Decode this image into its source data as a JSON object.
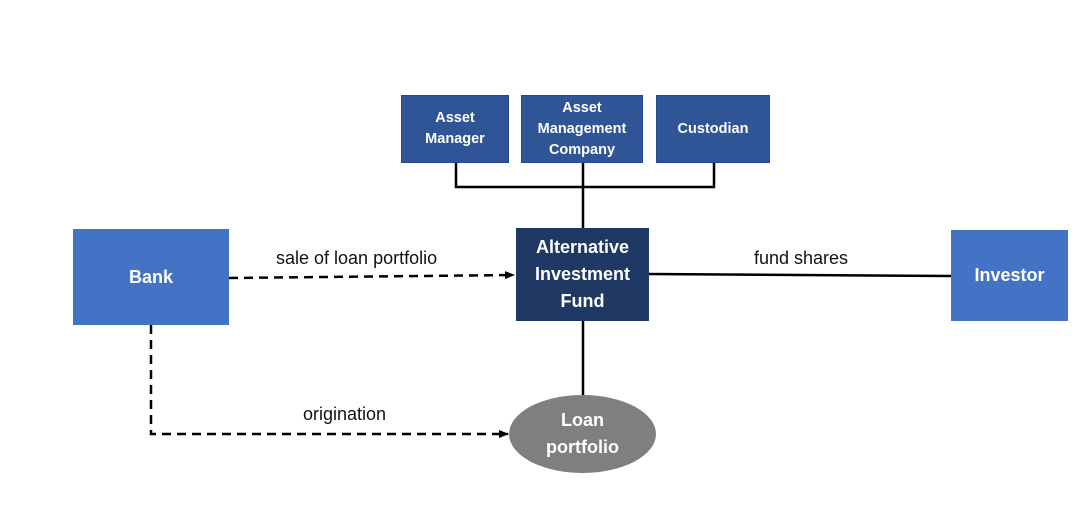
{
  "nodes": {
    "bank": {
      "lines": [
        "Bank"
      ]
    },
    "asset_manager": {
      "lines": [
        "Asset",
        "Manager"
      ]
    },
    "asset_management_company": {
      "lines": [
        "Asset",
        "Management",
        "Company"
      ]
    },
    "custodian": {
      "lines": [
        "Custodian"
      ]
    },
    "aif": {
      "lines": [
        "Alternative",
        "Investment",
        "Fund"
      ]
    },
    "investor": {
      "lines": [
        "Investor"
      ]
    },
    "loan_portfolio": {
      "lines": [
        "Loan",
        "portfolio"
      ]
    }
  },
  "edges": {
    "sale": {
      "label": "sale of loan portfolio"
    },
    "fund_shares": {
      "label": "fund shares"
    },
    "origination": {
      "label": "origination"
    }
  },
  "colors": {
    "light_blue": "#4472c4",
    "mid_blue": "#2f5597",
    "dark_blue": "#203864",
    "gray": "#7f7f7f",
    "line": "#000000"
  }
}
